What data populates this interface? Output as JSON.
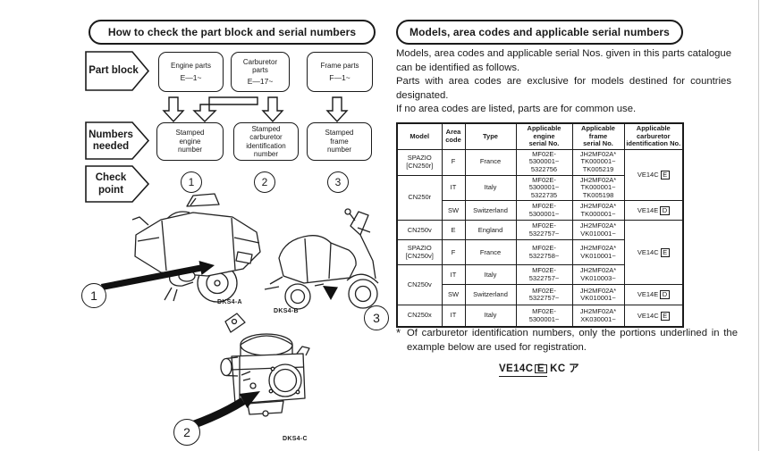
{
  "colors": {
    "ink": "#1a1a1a",
    "paper": "#ffffff"
  },
  "left": {
    "title": "How to check the part block and serial numbers",
    "flow": {
      "part_block_label": "Part block",
      "numbers_needed_label": "Numbers\nneeded",
      "check_point_label": "Check\npoint",
      "blocks": [
        {
          "title": "Engine parts",
          "range": "E—1~"
        },
        {
          "title": "Carburetor\nparts",
          "range": "E—17~"
        },
        {
          "title": "Frame parts",
          "range": "F—1~"
        }
      ],
      "numbers": [
        "Stamped\nengine\nnumber",
        "Stamped\ncarburetor\nidentification\nnumber",
        "Stamped\nframe\nnumber"
      ],
      "checkpoints": [
        "1",
        "2",
        "3"
      ]
    },
    "figures": {
      "rear": {
        "label": "DKS4-A",
        "callout": "1"
      },
      "side": {
        "label": "DKS4-B",
        "callout": "3"
      },
      "carb": {
        "label": "DKS4-C",
        "callout": "2"
      }
    }
  },
  "right": {
    "title": "Models, area codes and applicable serial numbers",
    "paragraphs": [
      "Models, area codes and applicable serial Nos. given in this parts catalogue can be identified as follows.",
      "Parts with area codes are exclusive for models destined for countries designated.",
      "If no area codes are listed, parts are for common use."
    ],
    "table": {
      "headers": [
        "Model",
        "Area\ncode",
        "Type",
        "Applicable\nengine\nserial No.",
        "Applicable\nframe\nserial No.",
        "Applicable\ncarburetor\nidentification No."
      ],
      "rows": [
        {
          "model": "SPAZIO\n[CN250r]",
          "area": "F",
          "type": "France",
          "engine": "MF02E-\n5300001~\n5322756",
          "frame": "JH2MF02A*\nTK000001~\nTK005219",
          "carb": "VE14C",
          "carb_boxed": "E"
        },
        {
          "model": "CN250r",
          "area": "IT",
          "type": "Italy",
          "engine": "MF02E-\n5300001~\n5322735",
          "frame": "JH2MF02A*\nTK000001~\nTK005198"
        },
        {
          "area": "SW",
          "type": "Switzerland",
          "engine": "MF02E-\n5300001~",
          "frame": "JH2MF02A*\nTK000001~",
          "carb": "VE14E",
          "carb_boxed": "D"
        },
        {
          "model": "CN250v",
          "area": "E",
          "type": "England",
          "engine": "MF02E-\n5322757~",
          "frame": "JH2MF02A*\nVK010001~",
          "carb": "VE14C",
          "carb_boxed": "E"
        },
        {
          "model": "SPAZIO\n[CN250v]",
          "area": "F",
          "type": "France",
          "engine": "MF02E-\n5322758~",
          "frame": "JH2MF02A*\nVK010001~"
        },
        {
          "model": "CN250v",
          "area": "IT",
          "type": "Italy",
          "engine": "MF02E-\n5322757~",
          "frame": "JH2MF02A*\nVK010003~"
        },
        {
          "area": "SW",
          "type": "Switzerland",
          "engine": "MF02E-\n5322757~",
          "frame": "JH2MF02A*\nVK010001~",
          "carb": "VE14E",
          "carb_boxed": "D"
        },
        {
          "model": "CN250x",
          "area": "IT",
          "type": "Italy",
          "engine": "MF02E-\n5300001~",
          "frame": "JH2MF02A*\nXK030001~",
          "carb": "VE14C",
          "carb_boxed": "E"
        }
      ]
    },
    "footnote_marker": "*",
    "footnote": "Of carburetor identification numbers, only the portions underlined in the example below are used for registration.",
    "example": {
      "code": "VE14C",
      "boxed": "E",
      "suffix": "KC ア"
    }
  }
}
